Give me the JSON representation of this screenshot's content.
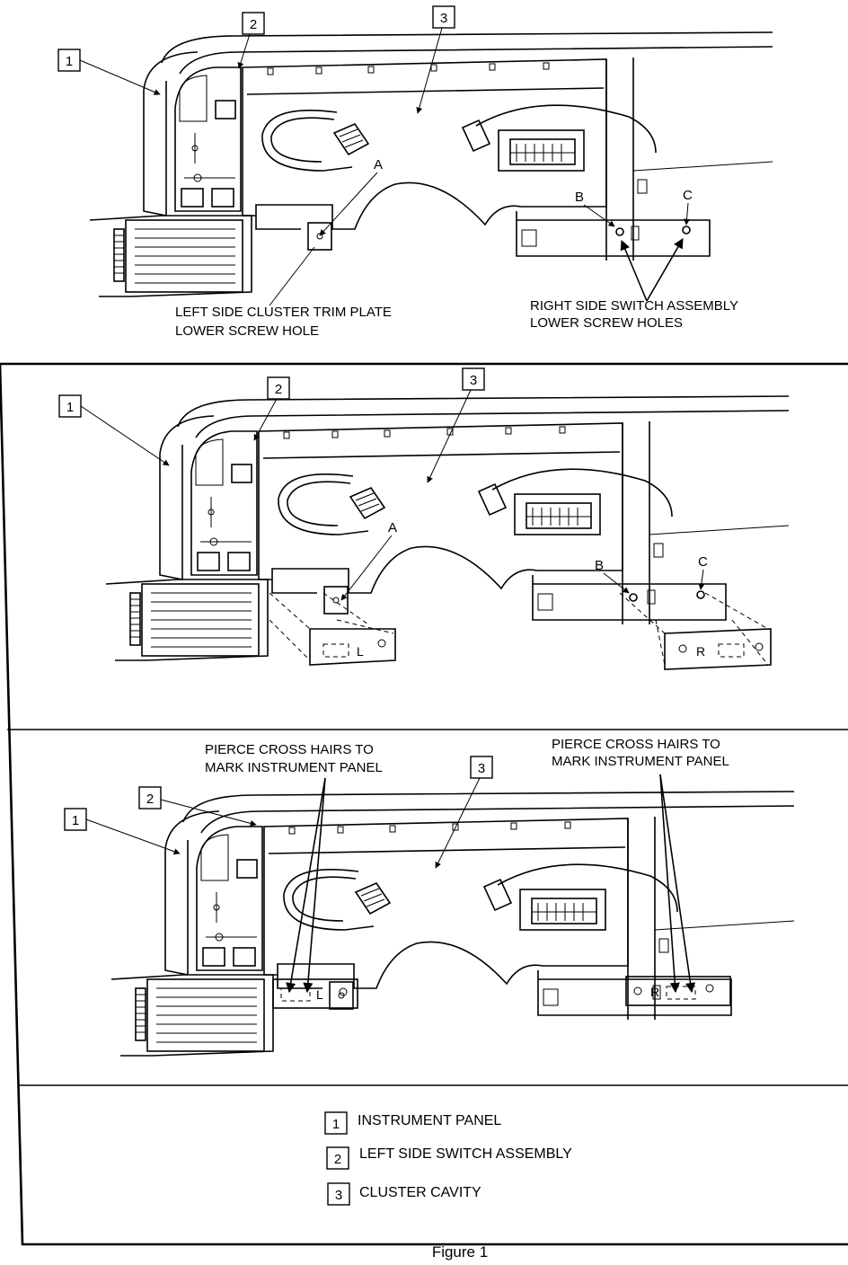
{
  "callouts": {
    "c1": "1",
    "c2": "2",
    "c3": "3"
  },
  "panel1": {
    "label_a": "A",
    "label_b": "B",
    "label_c": "C",
    "left_note_line1": "LEFT SIDE CLUSTER TRIM PLATE",
    "left_note_line2": "LOWER SCREW HOLE",
    "right_note_line1": "RIGHT SIDE SWITCH ASSEMBLY",
    "right_note_line2": "LOWER SCREW HOLES"
  },
  "panel2": {
    "label_a": "A",
    "label_b": "B",
    "label_c": "C",
    "template_left_mark": "L",
    "template_right_mark": "R"
  },
  "panel3": {
    "left_note_line1": "PIERCE CROSS HAIRS TO",
    "left_note_line2": "MARK INSTRUMENT PANEL",
    "right_note_line1": "PIERCE CROSS HAIRS TO",
    "right_note_line2": "MARK INSTRUMENT PANEL",
    "template_left_mark": "L",
    "template_right_mark": "R"
  },
  "legend": [
    {
      "num": "1",
      "text": "INSTRUMENT PANEL"
    },
    {
      "num": "2",
      "text": "LEFT SIDE SWITCH ASSEMBLY"
    },
    {
      "num": "3",
      "text": "CLUSTER CAVITY"
    }
  ],
  "caption": "Figure 1"
}
